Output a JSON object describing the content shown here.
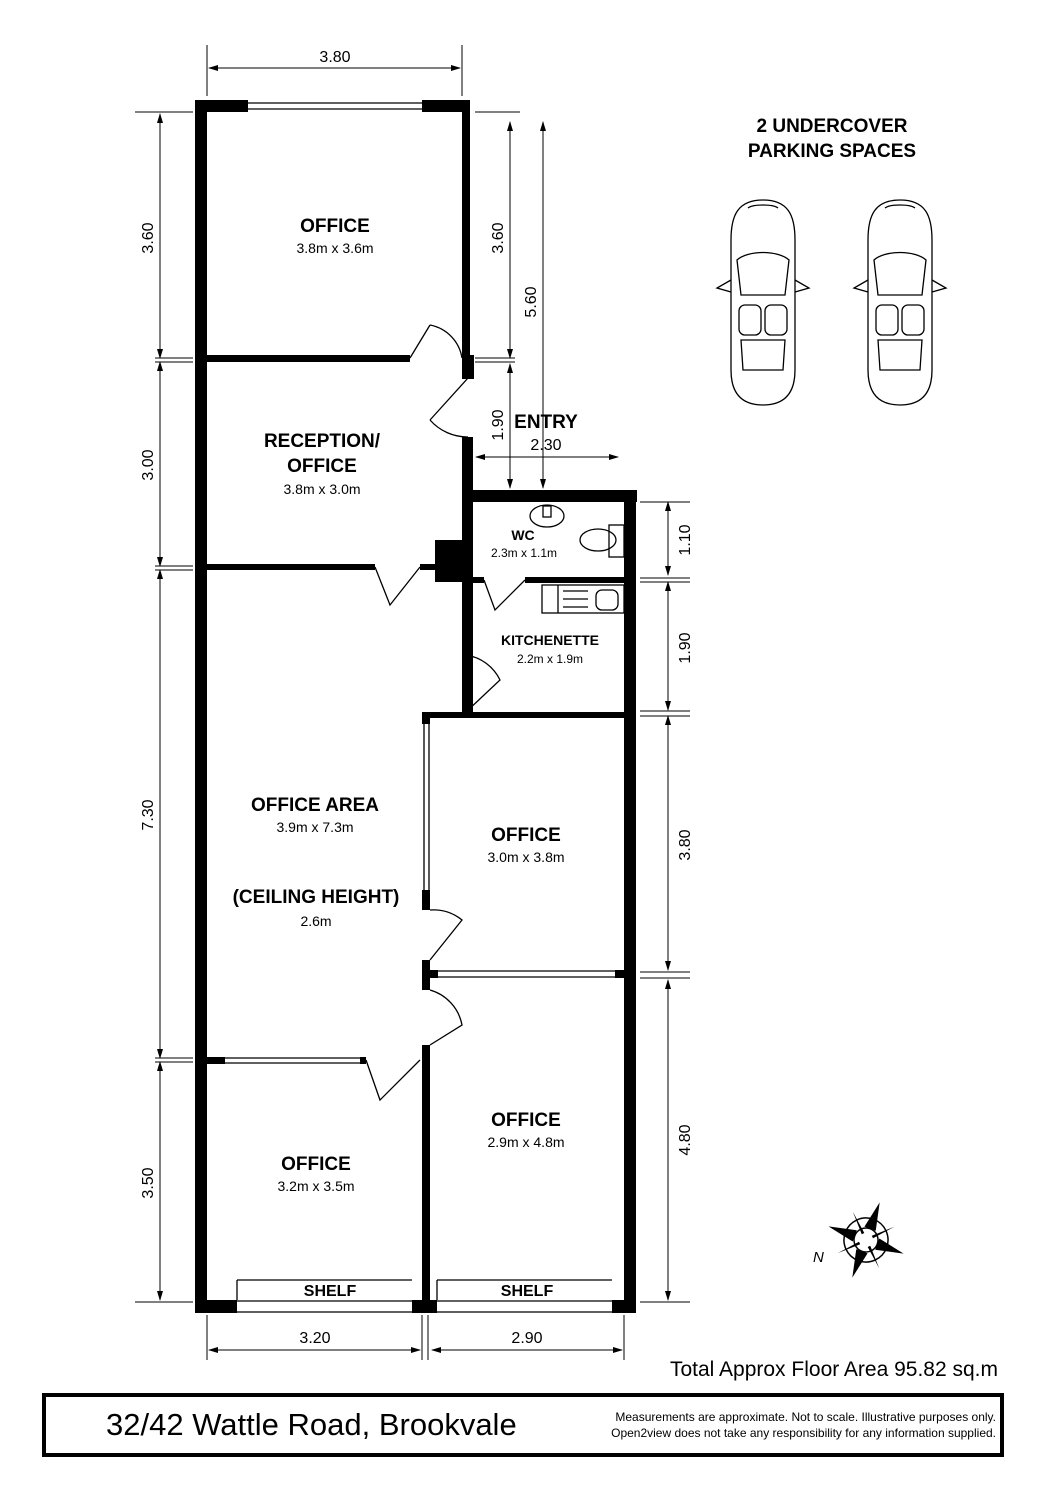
{
  "parking": {
    "line1": "2 UNDERCOVER",
    "line2": "PARKING SPACES"
  },
  "rooms": {
    "office_top": {
      "name": "OFFICE",
      "size": "3.8m x 3.6m"
    },
    "reception": {
      "name1": "RECEPTION/",
      "name2": "OFFICE",
      "size": "3.8m x 3.0m"
    },
    "entry": {
      "name": "ENTRY"
    },
    "wc": {
      "name": "WC",
      "size": "2.3m x 1.1m"
    },
    "kitchenette": {
      "name": "KITCHENETTE",
      "size": "2.2m x 1.9m"
    },
    "office_area": {
      "name": "OFFICE AREA",
      "size": "3.9m x 7.3m",
      "ceiling_label": "(CEILING HEIGHT)",
      "ceiling_value": "2.6m"
    },
    "office_mid": {
      "name": "OFFICE",
      "size": "3.0m x 3.8m"
    },
    "office_br": {
      "name": "OFFICE",
      "size": "2.9m x 4.8m"
    },
    "office_bl": {
      "name": "OFFICE",
      "size": "3.2m x 3.5m"
    },
    "shelf_left": "SHELF",
    "shelf_right": "SHELF"
  },
  "dimensions": {
    "top_width": "3.80",
    "left_1": "3.60",
    "left_2": "3.00",
    "left_3": "7.30",
    "left_4": "3.50",
    "inner_3_60": "3.60",
    "inner_5_60": "5.60",
    "entry_depth": "1.90",
    "entry_width": "2.30",
    "right_1": "1.10",
    "right_2": "1.90",
    "right_3": "3.80",
    "right_4": "4.80",
    "bottom_1": "3.20",
    "bottom_2": "2.90"
  },
  "compass": {
    "north": "N"
  },
  "total_area": "Total Approx Floor Area 95.82 sq.m",
  "footer": {
    "address": "32/42 Wattle Road, Brookvale",
    "disclaimer1": "Measurements are approximate. Not to scale. Illustrative purposes only.",
    "disclaimer2": "Open2view does not take any responsibility for any information supplied."
  }
}
